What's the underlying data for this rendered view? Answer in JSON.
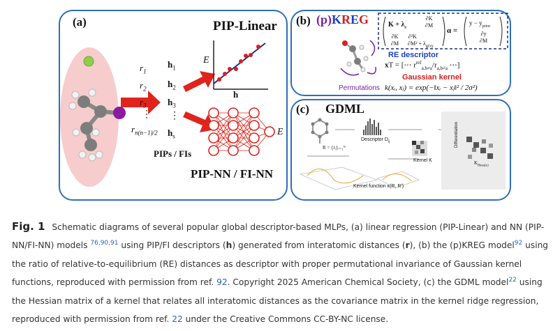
{
  "panel_a": {
    "label": "(a)",
    "title_linear": "PIP-Linear",
    "title_nn": "PIP-NN / FI-NN",
    "r_labels": [
      "r",
      "r",
      "r",
      "⋮",
      "r"
    ],
    "r_subs": [
      "1",
      "2",
      "3",
      "",
      "n(n−1)/2"
    ],
    "h_labels": [
      "h",
      "h",
      "h",
      "⋮",
      "h"
    ],
    "h_subs": [
      "1",
      "2",
      "3",
      "",
      "s"
    ],
    "pips_fis": "PIPs / FIs",
    "axis_E": "E",
    "axis_h": "h",
    "nn_E": "E"
  },
  "panel_b": {
    "label": "(b)",
    "title_p": "(p)",
    "title_k": "K",
    "title_r": "R",
    "title_e": "E",
    "title_g": "G",
    "re_descriptor": "RE descriptor",
    "gaussian_kernel": "Gaussian kernel",
    "permutations": "Permutations",
    "matrix_tl": "K + λ",
    "matrix_tl_sub": "e",
    "matrix_tr_num": "∂K",
    "matrix_tr_den": "∂M",
    "matrix_bl_num": "∂K",
    "matrix_bl_den": "∂M",
    "matrix_br_num": "∂²K",
    "matrix_br_den": "∂M²",
    "matrix_br_add": "+ λ",
    "matrix_br_sub": "grxy",
    "alpha": "α =",
    "rhs_top": "y − y",
    "rhs_top_sub": "prior",
    "rhs_bot_num": "∂y",
    "rhs_bot_den": "∂M",
    "x_def": "x",
    "x_def_rest": "T = [⋯  r",
    "x_def_ref": "ref",
    "x_def_sub": "a,b≠a",
    "x_def_tail": "/r",
    "x_def_sub2": "a,b≠a",
    "x_def_end": "⋯]",
    "kernel_eq": "k(x",
    "kernel_eq_full": "k(xᵢ, xⱼ) = exp(−‖xᵢ − xⱼ‖² / 2σ²)"
  },
  "panel_c": {
    "label": "(c)",
    "title": "GDML",
    "r_def": "R = {rᵢ}ᵢ₌₁ᴺ",
    "descriptor": "Descriptor D",
    "descriptor_sub": "ij",
    "kernel_k": "Kernel K",
    "differentiation": "Differentiation",
    "k_hess": "K",
    "k_hess_sub": "Hess(κ)",
    "kernel_function": "Kernel function κ(R, R′)"
  },
  "caption": {
    "fig_label": "Fig. 1",
    "p1": "Schematic diagrams of several popular global descriptor-based MLPs, (a) linear regression (PIP-Linear) and NN (PIP-NN/FI-NN) models",
    "ref1": "76,90,91",
    "p2": " using PIP/FI descriptors (",
    "bold_h": "h",
    "p3": ") generated from interatomic distances (",
    "bold_r": "r",
    "p4": "), (b) the (p)KREG model",
    "ref2": "92",
    "p5": " using the ratio of relative-to-equilibrium (RE) distances as descriptor with proper permutational invariance of Gaussian kernel functions, reproduced with permission from ref. ",
    "ref3": "92",
    "p6": ". Copyright 2025 American Chemical Society, (c) the GDML model",
    "ref4": "22",
    "p7": " using the Hessian matrix of a kernel that relates all interatomic distances as the covariance matrix in the kernel ridge regression, reproduced with permission from ref. ",
    "ref5": "22",
    "p8": " under the Creative Commons CC-BY-NC license."
  },
  "colors": {
    "panel_border": "#2e6fb8",
    "arrow_red": "#e0241c",
    "point_red": "#d62020",
    "ellipse_pink": "#f6cccc",
    "kreg_purple": "#7a1fa2",
    "kreg_blue": "#1b3fc4",
    "kreg_red": "#d41f1f",
    "ref_blue": "#2a64b0"
  }
}
